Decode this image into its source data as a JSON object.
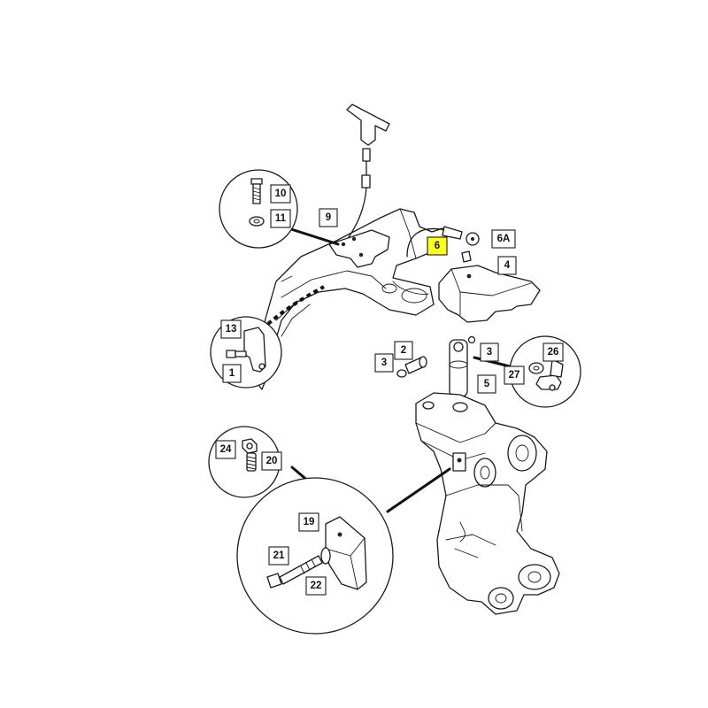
{
  "diagram": {
    "callouts": {
      "c1": "1",
      "c2": "2",
      "c3a": "3",
      "c3b": "3",
      "c4": "4",
      "c5": "5",
      "c6": "6",
      "c6a": "6A",
      "c9": "9",
      "c10": "10",
      "c11": "11",
      "c13": "13",
      "c19": "19",
      "c20": "20",
      "c21": "21",
      "c22": "22",
      "c24": "24",
      "c26": "26",
      "c27": "27"
    },
    "highlight_color": "#ffff1f",
    "highlighted_part": "6"
  }
}
